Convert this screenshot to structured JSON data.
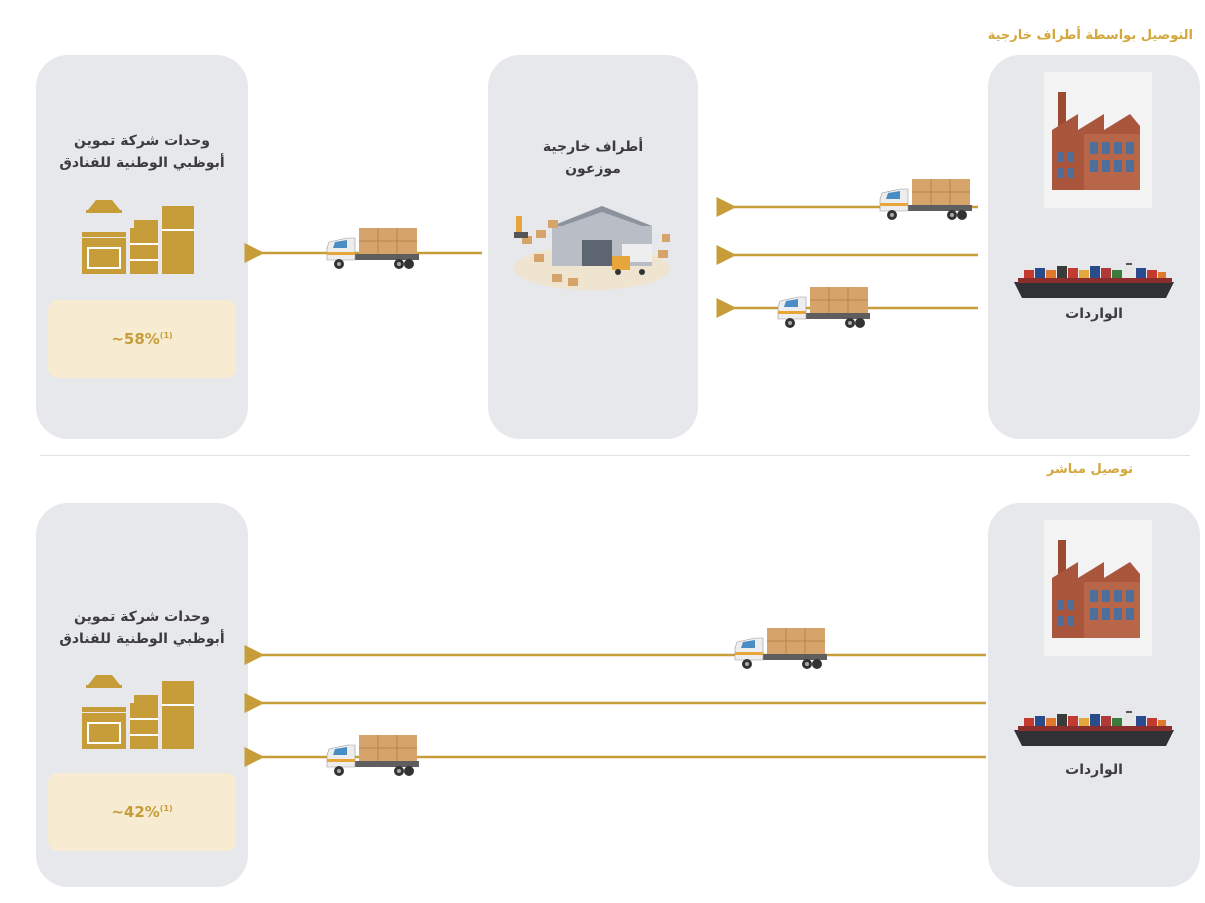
{
  "colors": {
    "accent": "#d4a73c",
    "panel": "#e6e8ec",
    "pct_bg": "#f7ecd2"
  },
  "top": {
    "title": "التوصيل بواسطة أطراف خارجية",
    "hotel_units_label_line1": "وحدات شركة تموين",
    "hotel_units_label_line2": "أبوظبي الوطنية للفنادق",
    "distributor_label_line1": "أطراف خارجية",
    "distributor_label_line2": "موزعون",
    "imports_label": "الواردات",
    "share_value": "~58%",
    "share_footnote": "(1)"
  },
  "bottom": {
    "title": "توصيل مباشر",
    "hotel_units_label_line1": "وحدات شركة تموين",
    "hotel_units_label_line2": "أبوظبي الوطنية للفنادق",
    "imports_label": "الواردات",
    "share_value": "~42%",
    "share_footnote": "(1)"
  },
  "icons": [
    "factory-icon",
    "cargo-ship-icon",
    "truck-icon",
    "warehouse-icon",
    "kitchen-equipment-icon",
    "arrow-icon"
  ]
}
